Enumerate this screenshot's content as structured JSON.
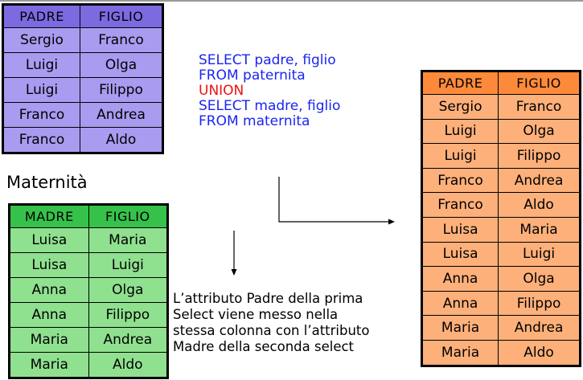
{
  "paternita_table": {
    "headers": [
      "PADRE",
      "FIGLIO"
    ],
    "rows": [
      [
        "Sergio",
        "Franco"
      ],
      [
        "Luigi",
        "Olga"
      ],
      [
        "Luigi",
        "Filippo"
      ],
      [
        "Franco",
        "Andrea"
      ],
      [
        "Franco",
        "Aldo"
      ]
    ]
  },
  "maternita_label": "Maternità",
  "maternita_table": {
    "headers": [
      "MADRE",
      "FIGLIO"
    ],
    "rows": [
      [
        "Luisa",
        "Maria"
      ],
      [
        "Luisa",
        "Luigi"
      ],
      [
        "Anna",
        "Olga"
      ],
      [
        "Anna",
        "Filippo"
      ],
      [
        "Maria",
        "Andrea"
      ],
      [
        "Maria",
        "Aldo"
      ]
    ]
  },
  "sql_query": {
    "line1": "SELECT padre, figlio",
    "line2": "FROM paternita",
    "line3": "UNION",
    "line4": "SELECT madre, figlio",
    "line5": "FROM maternita"
  },
  "result_table": {
    "headers": [
      "PADRE",
      "FIGLIO"
    ],
    "rows": [
      [
        "Sergio",
        "Franco"
      ],
      [
        "Luigi",
        "Olga"
      ],
      [
        "Luigi",
        "Filippo"
      ],
      [
        "Franco",
        "Andrea"
      ],
      [
        "Franco",
        "Aldo"
      ],
      [
        "Luisa",
        "Maria"
      ],
      [
        "Luisa",
        "Luigi"
      ],
      [
        "Anna",
        "Olga"
      ],
      [
        "Anna",
        "Filippo"
      ],
      [
        "Maria",
        "Andrea"
      ],
      [
        "Maria",
        "Aldo"
      ]
    ]
  },
  "note": {
    "line1": "L’attributo Padre della prima",
    "line2": "Select viene messo nella",
    "line3": "stessa colonna con l’attributo",
    "line4": "Madre della seconda select"
  },
  "colors": {
    "paternita_header": "#7b6ae0",
    "paternita_cell": "#a99bf0",
    "maternita_header": "#36c24a",
    "maternita_cell": "#8fe08f",
    "result_header": "#fd8a3a",
    "result_cell": "#fdb07a",
    "sql_keyword": "#1a25f0",
    "sql_union": "#ee1111"
  }
}
